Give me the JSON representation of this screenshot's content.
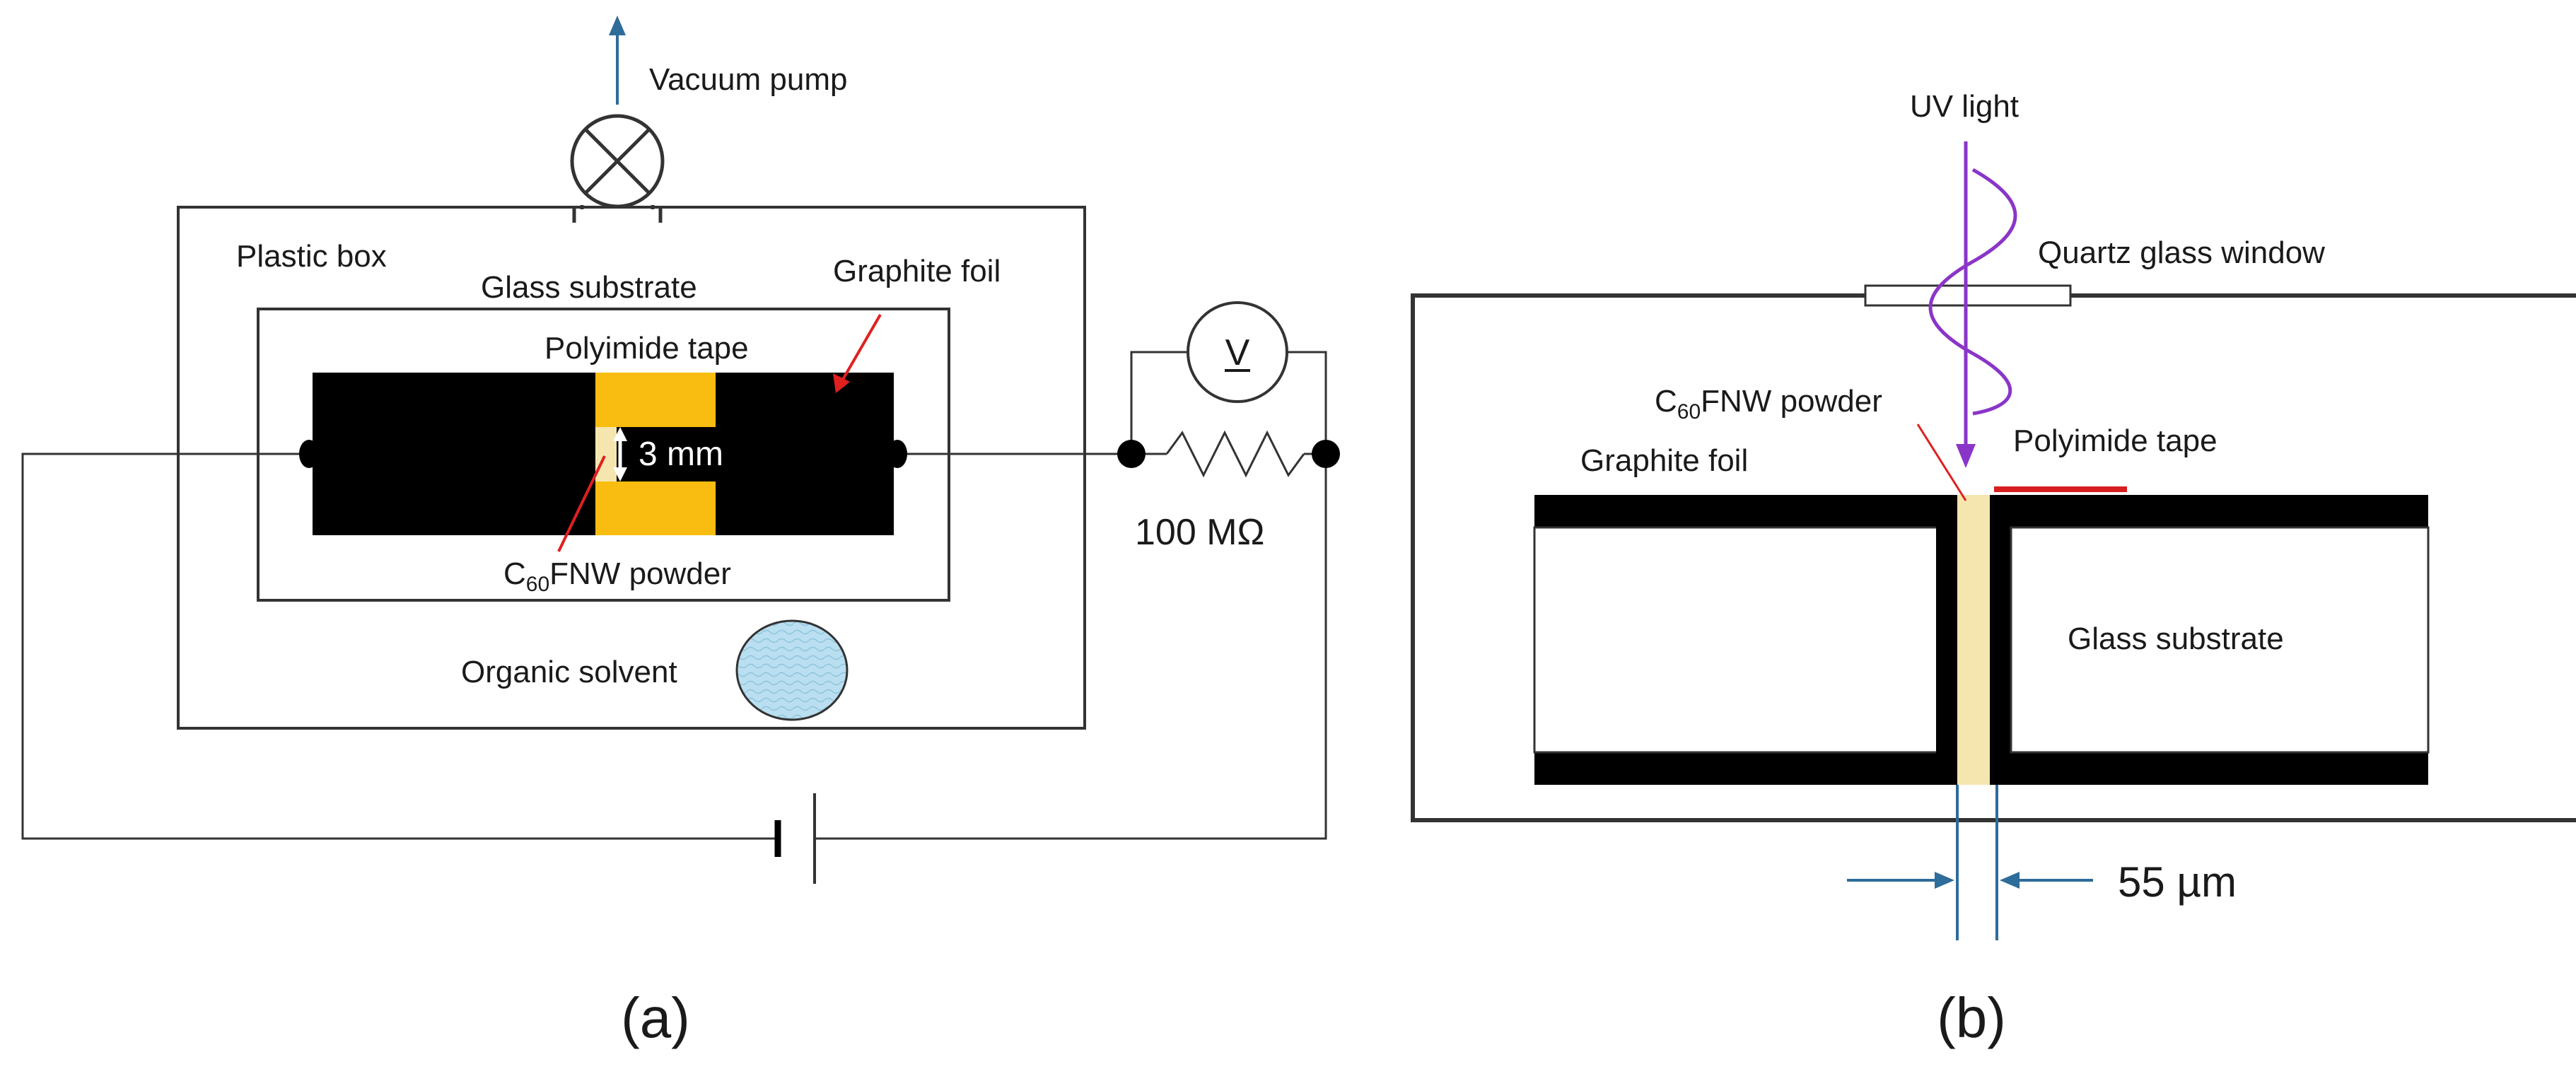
{
  "panel_a": {
    "caption": "(a)",
    "vacuum_pump": "Vacuum pump",
    "plastic_box": "Plastic box",
    "glass_substrate": "Glass substrate",
    "graphite_foil": "Graphite foil",
    "polyimide_tape": "Polyimide tape",
    "gap": "3 mm",
    "powder_sub": "60",
    "powder_tail": "FNW powder",
    "organic_solvent": "Organic solvent",
    "voltmeter": "V",
    "resistor": "100 MΩ"
  },
  "panel_b": {
    "caption": "(b)",
    "uv_light": "UV light",
    "quartz_window": "Quartz glass window",
    "powder_sub": "60",
    "powder_tail": "FNW powder",
    "polyimide_tape": "Polyimide tape",
    "graphite_foil": "Graphite foil",
    "glass_substrate": "Glass substrate",
    "gap_width": "55 µm"
  },
  "colors": {
    "graphite": "#000000",
    "polyimide": "#f8bd10",
    "powder": "#f5e6b0",
    "tape_line": "#d81e1e",
    "pointer": "#e02020",
    "uv_light": "#8a35c8",
    "arrow_blue": "#2e6c9a",
    "solvent": "#b9dff0"
  }
}
